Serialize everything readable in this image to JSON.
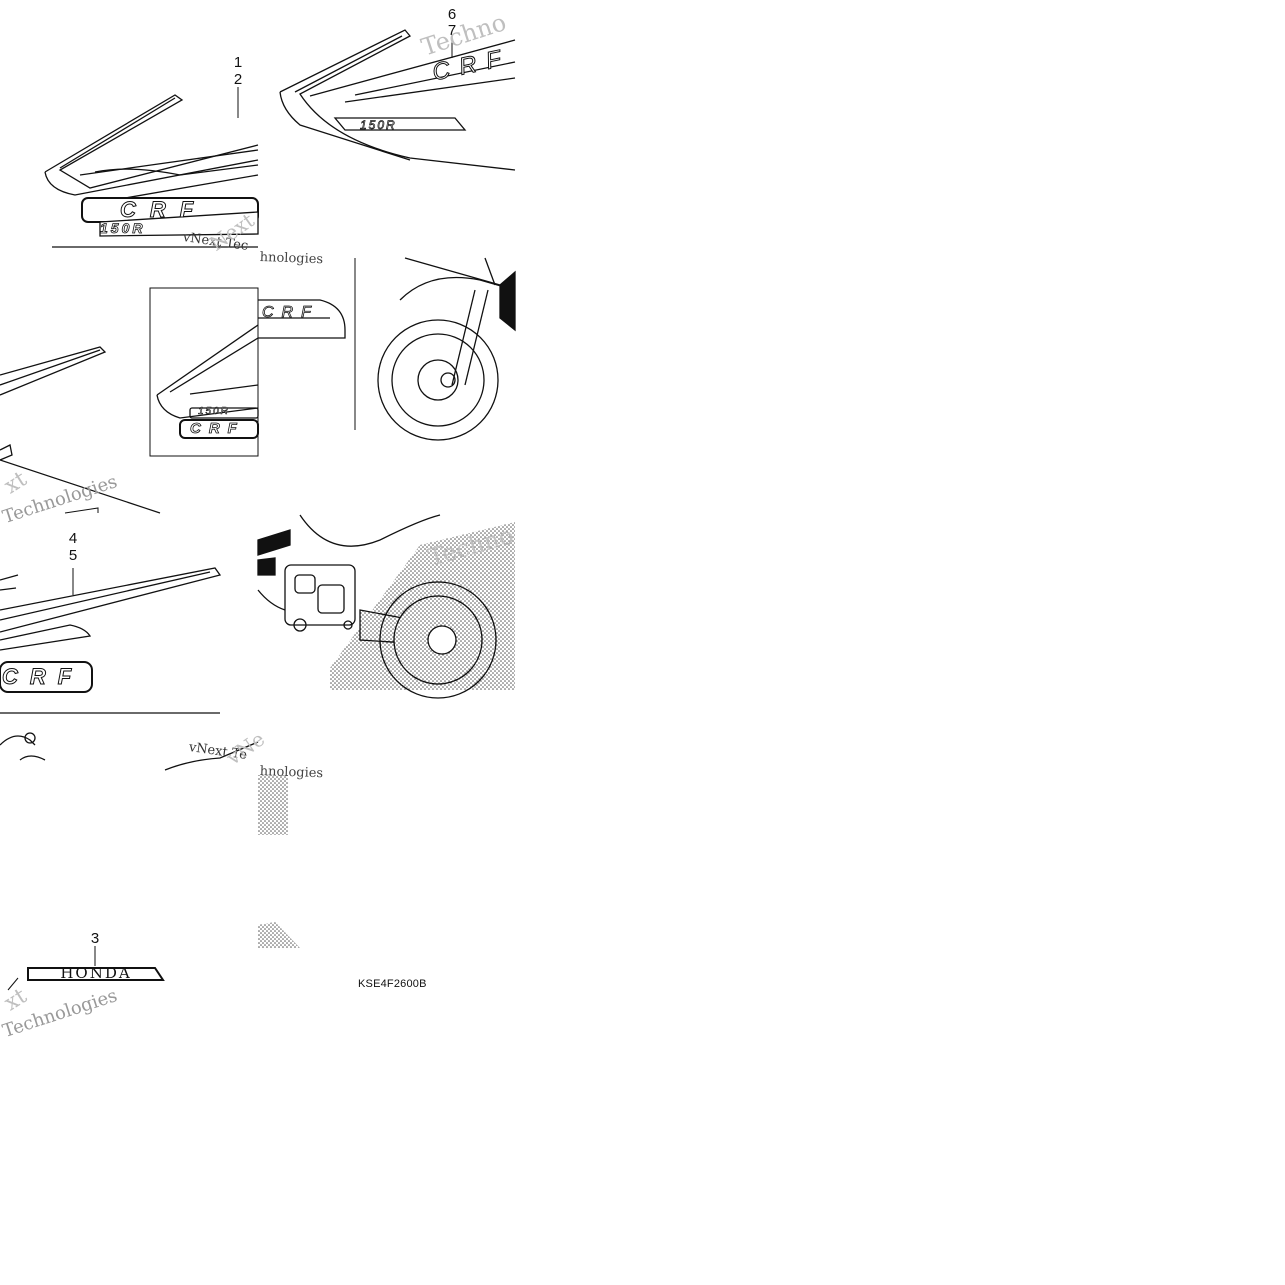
{
  "diagram": {
    "callouts": {
      "c1": "1",
      "c2": "2",
      "c3": "3",
      "c4": "4",
      "c5": "5",
      "c6": "6",
      "c7": "7"
    },
    "diagram_code": "KSE4F2600B",
    "emblem_text": "HONDA",
    "decal_text_crf": "CRF",
    "decal_text_model": "150R",
    "watermark": {
      "line1": "vNext Tec",
      "line2": "Technologies",
      "line3": "Techno",
      "line4": "vNext Te",
      "line5": "hnologies",
      "line6": "xt",
      "line7": "Next",
      "line8": "vNe"
    }
  }
}
